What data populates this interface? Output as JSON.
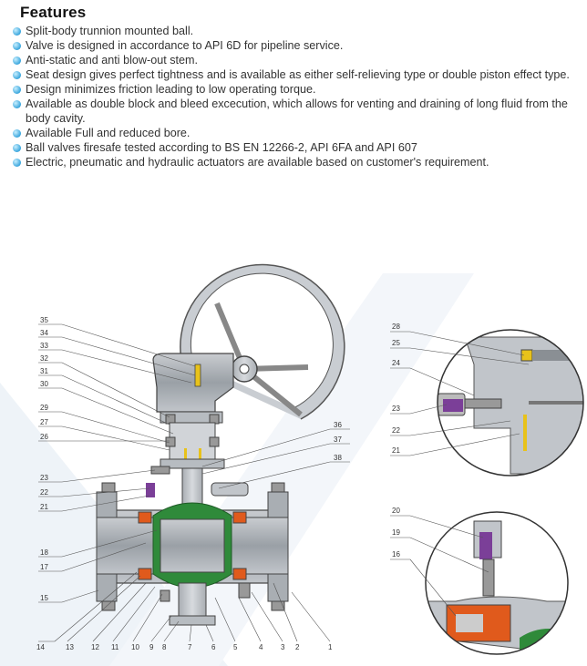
{
  "features": {
    "heading": "Features",
    "items": [
      "Split-body trunnion mounted ball.",
      "Valve is designed in accordance to API 6D for pipeline service.",
      "Anti-static and anti blow-out stem.",
      "Seat design gives perfect tightness and is available as either self-relieving type or double piston effect type.",
      "Design minimizes friction leading to low operating torque.",
      "Available as double block and bleed excecution, which allows for venting and draining of long fluid from the body cavity.",
      "Available Full and reduced bore.",
      "Ball valves firesafe tested according to BS EN 12266-2, API 6FA and API 607",
      "Electric, pneumatic and hydraulic actuators are available based on customer's requirement."
    ]
  },
  "diagram": {
    "left_labels": [
      "35",
      "34",
      "33",
      "32",
      "31",
      "30",
      "29",
      "27",
      "26",
      "23",
      "22",
      "21",
      "18",
      "17",
      "15"
    ],
    "right_labels": [
      "36",
      "37",
      "38"
    ],
    "bottom_labels": [
      "14",
      "13",
      "12",
      "11",
      "10",
      "9",
      "8",
      "7",
      "6",
      "5",
      "4",
      "3",
      "2",
      "1"
    ],
    "detail_top_labels": [
      "28",
      "25",
      "24",
      "23",
      "22",
      "21"
    ],
    "detail_bottom_labels": [
      "20",
      "19",
      "16"
    ],
    "colors": {
      "seal_orange": "#e05a1c",
      "ball_green": "#2f8a3a",
      "gland_purple": "#7b3f98",
      "seat_yellow": "#e8c21a"
    }
  }
}
